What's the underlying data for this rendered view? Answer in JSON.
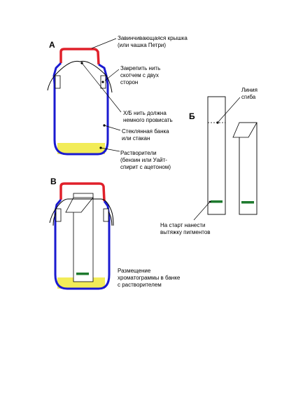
{
  "panels": {
    "A": "А",
    "B": "В",
    "V": "Б"
  },
  "labels": {
    "lid_1": "Завинчивающаяся крышка",
    "lid_2": "(или чашка Петри)",
    "tape_1": "Закрепить нить",
    "tape_2": "скотчем с двух",
    "tape_3": "сторон",
    "thread_1": "Х/Б нить должна",
    "thread_2": "немного провисать",
    "jar_1": "Стеклянная банка",
    "jar_2": "или стакан",
    "solvent_1": "Растворители",
    "solvent_2": "(бензин или Уайт-",
    "solvent_3": "спирит с ацетоном)",
    "fold_1": "Линия",
    "fold_2": "сгиба",
    "start_1": "На старт нанести",
    "start_2": "вытяжку пигментов",
    "placement_1": "Размещение",
    "placement_2": "хроматограммы в банке",
    "placement_3": "с растворителем"
  },
  "colors": {
    "lid": "#e0202a",
    "jar": "#1a1ad0",
    "solvent": "#f2ec58",
    "pigment": "#1e7a2e",
    "outline": "#000000"
  }
}
